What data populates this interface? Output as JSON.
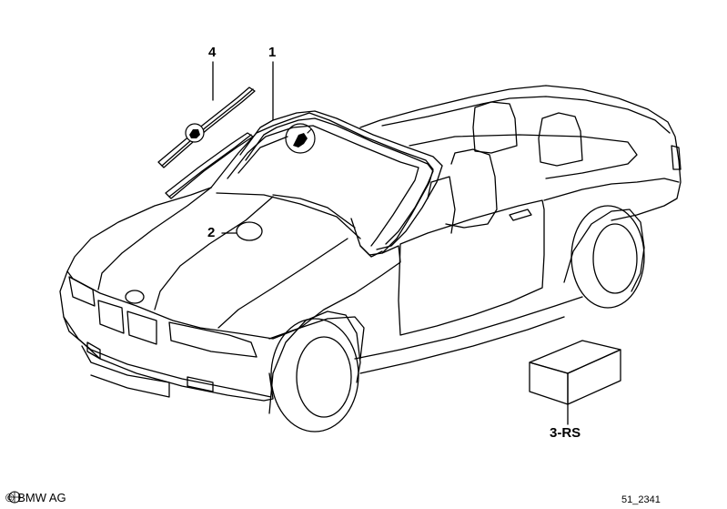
{
  "callouts": {
    "part_1": "1",
    "part_2": "2",
    "part_3": "3-RS",
    "part_4": "4"
  },
  "footer": {
    "copyright": "© BMW AG",
    "diagram_id": "51_2341"
  },
  "icons": {
    "fastening_symbol": "gear-hand-icon",
    "glue_symbol": "glue-icon"
  },
  "colors": {
    "line": "#000000",
    "background": "#ffffff"
  }
}
